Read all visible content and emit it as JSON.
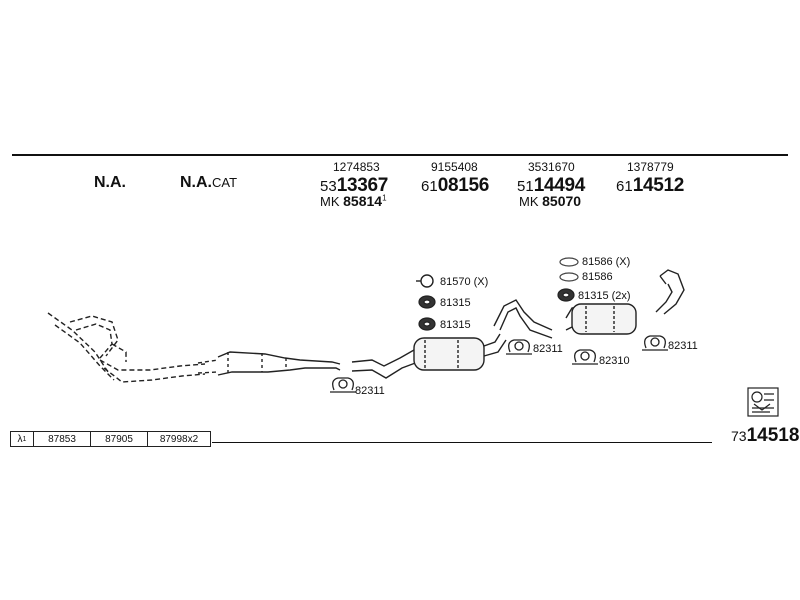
{
  "variants": {
    "na": "N.A.",
    "na_cat_prefix": "N.A.",
    "na_cat_suffix": "CAT"
  },
  "columns": [
    {
      "oe": "1274853",
      "prefix": "53",
      "number": "13367",
      "mk_prefix": "MK",
      "mk_number": "85814",
      "mk_sup": "1"
    },
    {
      "oe": "9155408",
      "prefix": "61",
      "number": "08156"
    },
    {
      "oe": "3531670",
      "prefix": "51",
      "number": "14494",
      "mk_prefix": "MK",
      "mk_number": "85070"
    },
    {
      "oe": "1378779",
      "prefix": "61",
      "number": "14512"
    }
  ],
  "part_labels": {
    "clamp_front": "82311",
    "hanger_81570": "81570 (X)",
    "ring_81315_a": "81315",
    "ring_81315_b": "81315",
    "clamp_mid": "82311",
    "ring_81586_x": "81586 (X)",
    "ring_81586": "81586",
    "ring_81315_2x": "81315 (2x)",
    "clamp_82310": "82310",
    "clamp_rear": "82311"
  },
  "lambda_table": {
    "symbol": "λ",
    "sup": "1",
    "cells": [
      "87853",
      "87905",
      "87998x2"
    ]
  },
  "reference": {
    "prefix": "73",
    "number": "14518"
  }
}
